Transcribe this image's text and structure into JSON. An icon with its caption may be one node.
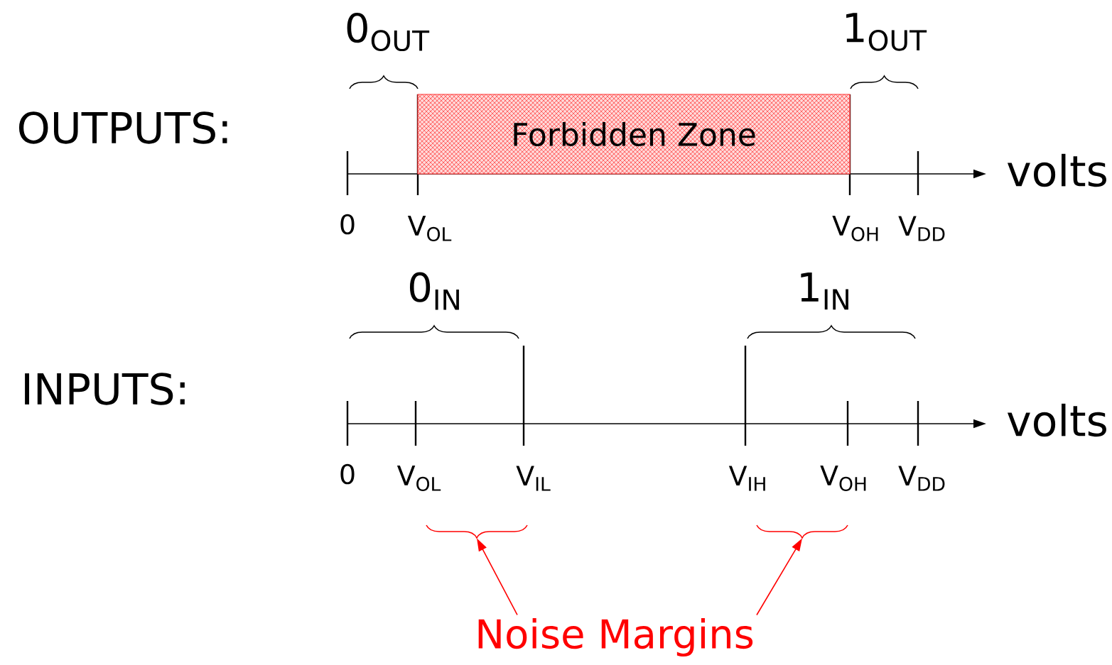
{
  "diagram": {
    "nodes": [
      {
        "text": [
          "Forbidden Zone"
        ]
      },
      {
        "text": [
          "Noise Margins"
        ]
      },
      {
        "text": [],
        "shape": "brace"
      },
      {
        "text": [],
        "shape": "brace"
      }
    ],
    "edges": [
      {
        "from": 1,
        "to": 2,
        "arrow": "to"
      },
      {
        "from": 1,
        "to": 3,
        "arrow": "to"
      }
    ],
    "labels": [
      "0$_{OUT}$",
      "1$_{OUT}$",
      "OUTPUTS:",
      "volts",
      "0",
      "V$_{OL}$",
      "V$_{OH}$",
      "V$_{DD}$",
      "0$_{IN}$",
      "1$_{IN}$",
      "INPUTS:",
      "volts",
      "0",
      "V$_{OL}$",
      "V$_{IL}$",
      "V$_{IH}$",
      "V$_{OH}$",
      "V$_{DD}$"
    ]
  }
}
